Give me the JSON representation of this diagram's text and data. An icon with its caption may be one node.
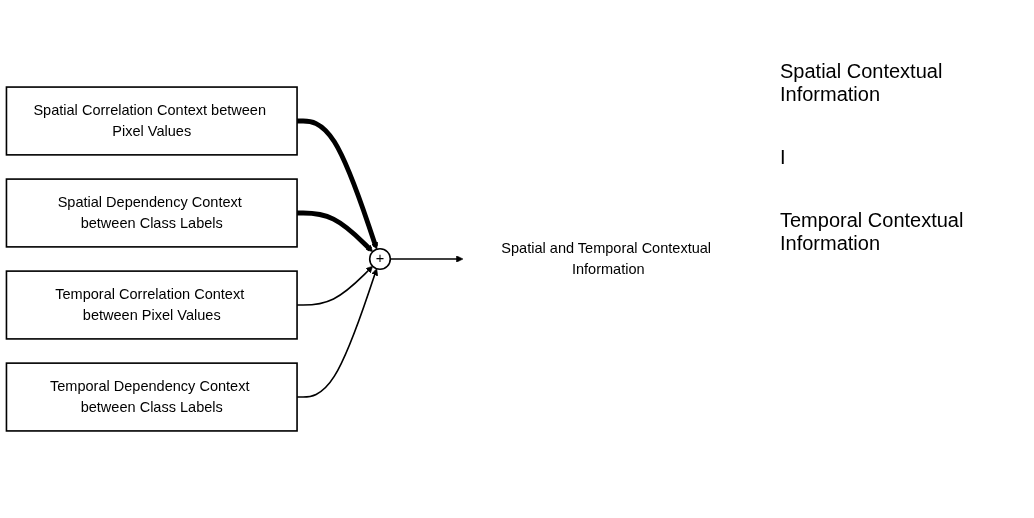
{
  "diagram": {
    "nodes": [
      {
        "text": [
          "Spatial Correlation Context between Pixel Values"
        ]
      },
      {
        "text": [
          "Spatial Dependency Context between Class Labels"
        ]
      },
      {
        "text": [
          "Temporal Correlation Context between Pixel Values"
        ]
      },
      {
        "text": [
          "Temporal Dependency Context between Class Labels"
        ]
      },
      {
        "text": [
          "+"
        ]
      },
      {
        "text": [
          "Spatial and Temporal Contextual Information"
        ]
      }
    ],
    "edges": [
      {
        "from": 0,
        "to": 4,
        "arrow": "to",
        "style": "thick"
      },
      {
        "from": 1,
        "to": 4,
        "arrow": "to",
        "style": "thick"
      },
      {
        "from": 2,
        "to": 4,
        "arrow": "to"
      },
      {
        "from": 3,
        "to": 4,
        "arrow": "to"
      },
      {
        "from": 4,
        "to": 5,
        "arrow": "to"
      }
    ],
    "labels": [
      "Spatial Contextual Information",
      "I",
      "Temporal Contextual Information"
    ]
  }
}
